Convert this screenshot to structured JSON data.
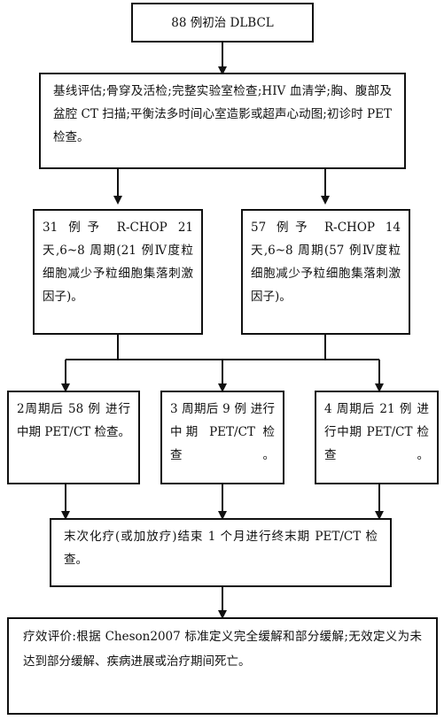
{
  "nodes": {
    "start": "88 例初治 DLBCL",
    "baseline": "基线评估;骨穿及活检;完整实验室检查;HIV 血清学;胸、腹部及盆腔 CT 扫描;平衡法多时间心室造影或超声心动图;初诊时 PET 检查。",
    "arm21": "31 例予 R-CHOP 21 天,6~8 周期(21 例Ⅳ度粒细胞减少予粒细胞集落刺激因子)。",
    "arm14": "57 例予 R-CHOP 14 天,6~8 周期(57 例Ⅳ度粒细胞减少予粒细胞集落刺激因子)。",
    "interim2": "2周期后 58 例 进行中期 PET/CT 检查。",
    "interim3": "3 周期后 9 例 进行中期 PET/CT 检查。",
    "interim4": "4 周期后 21 例 进行中期 PET/CT 检查。",
    "end": "末次化疗(或加放疗)结束 1 个月进行终末期 PET/CT 检查。",
    "response": "疗效评价:根据 Cheson2007 标准定义完全缓解和部分缓解;无效定义为未达到部分缓解、疾病进展或治疗期间死亡。"
  },
  "colors": {
    "line": "#111111",
    "background": "#ffffff"
  }
}
